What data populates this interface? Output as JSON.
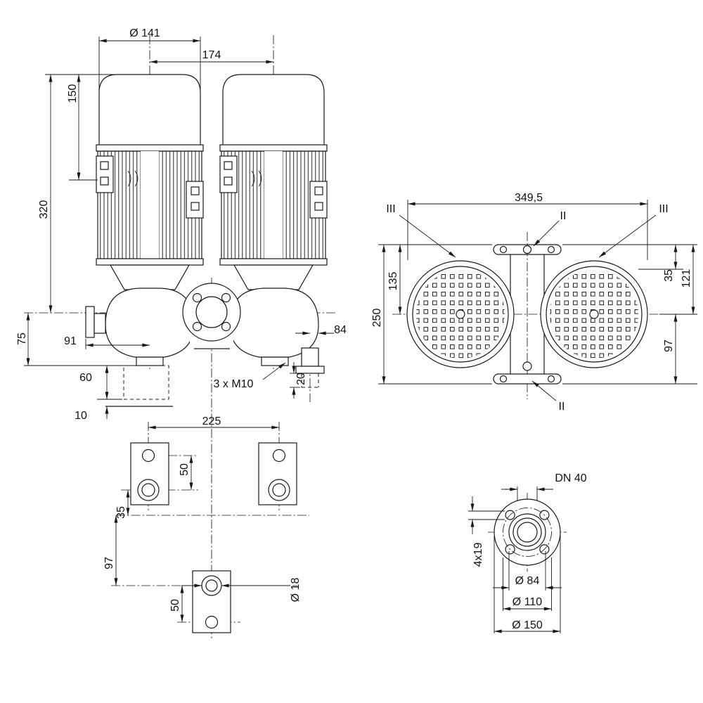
{
  "colors": {
    "ink": "#1a1a1a",
    "background": "#ffffff"
  },
  "drawing": {
    "front_view": {
      "dim_motor_diameter": "Ø 141",
      "dim_spacing": "174",
      "dim_150": "150",
      "dim_320": "320",
      "dim_75": "75",
      "dim_91": "91",
      "dim_60": "60",
      "dim_10": "10",
      "dim_20": "20",
      "dim_84": "84",
      "label_bolts": "3 x M10"
    },
    "plan_view": {
      "dim_width": "349,5",
      "dim_135": "135",
      "dim_250": "250",
      "dim_35": "35",
      "dim_121": "121",
      "dim_97": "97",
      "marker_left": "III",
      "marker_right": "III",
      "marker_top": "II",
      "marker_bottom": "II"
    },
    "foundation_view": {
      "dim_225": "225",
      "dim_50_upper": "50",
      "dim_35": "35",
      "dim_97": "97",
      "dim_50_lower": "50",
      "dim_hole_diameter": "Ø 18"
    },
    "flange_view": {
      "label_nominal": "DN 40",
      "label_bolt_holes": "4x19",
      "dim_d84": "Ø 84",
      "dim_d110": "Ø 110",
      "dim_d150": "Ø 150"
    }
  }
}
